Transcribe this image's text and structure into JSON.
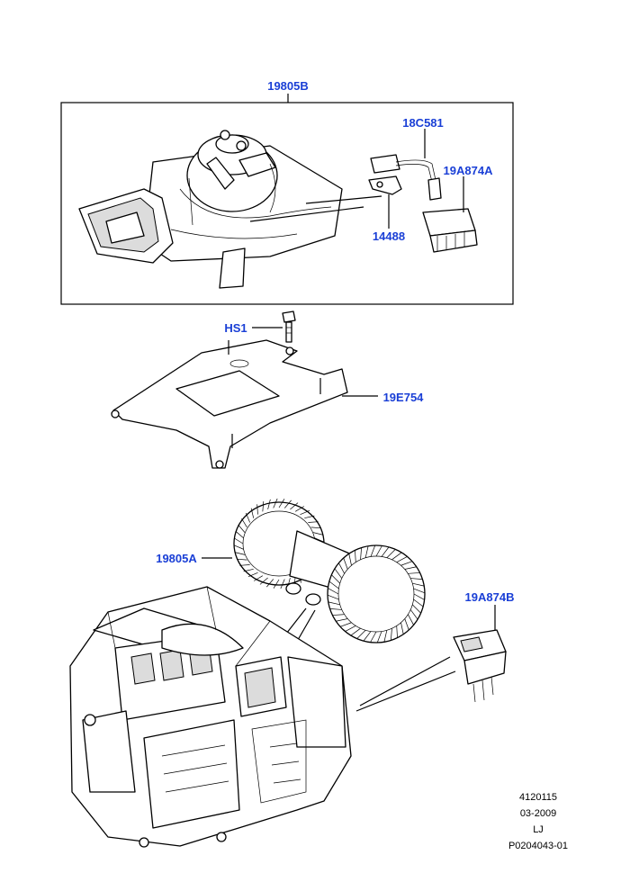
{
  "callouts": {
    "blower_assembly": "19805B",
    "harness": "18C581",
    "resistor_top": "19A874A",
    "bracket_clip": "14488",
    "bolt": "HS1",
    "mount_bracket": "19E754",
    "blower_motor": "19805A",
    "resistor_bottom": "19A874B"
  },
  "footer": {
    "line1": "4120115",
    "line2": "03-2009",
    "line3": "LJ",
    "line4": "P0204043-01"
  },
  "colors": {
    "callout": "#1a3fd6",
    "line": "#000000",
    "background": "#ffffff"
  }
}
